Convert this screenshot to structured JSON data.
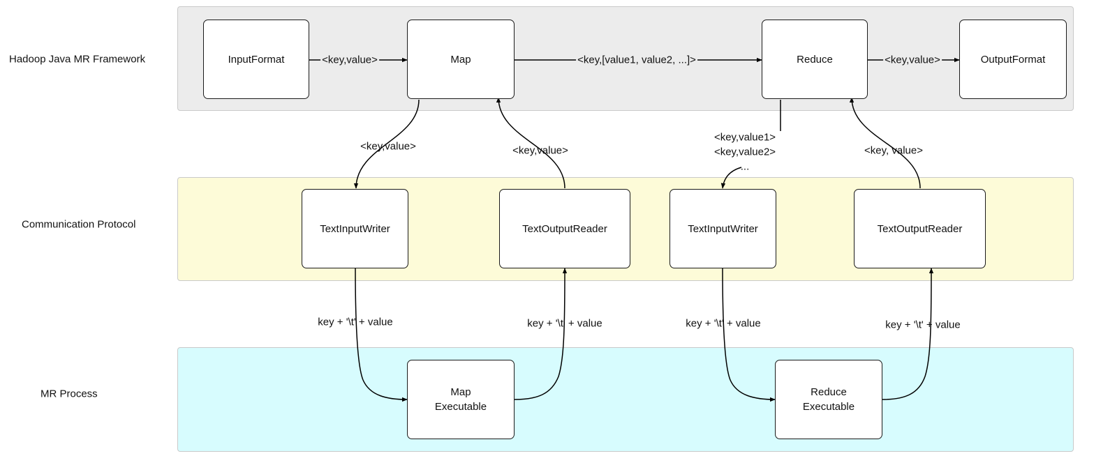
{
  "lanes": {
    "framework": "Hadoop Java MR Framework",
    "protocol": "Communication Protocol",
    "process": "MR Process"
  },
  "nodes": {
    "input_format": "InputFormat",
    "map": "Map",
    "reduce": "Reduce",
    "output_format": "OutputFormat",
    "map_input_writer": "TextInputWriter",
    "map_output_reader": "TextOutputReader",
    "reduce_input_writer": "TextInputWriter",
    "reduce_output_reader": "TextOutputReader",
    "map_executable": [
      "Map",
      "Executable"
    ],
    "reduce_executable": [
      "Reduce",
      "Executable"
    ]
  },
  "edge_labels": {
    "input_to_map": "<key,value>",
    "map_to_reduce": "<key,[value1, value2, ...]>",
    "reduce_to_output": "<key,value>",
    "map_to_writer": "<key,value>",
    "reader_to_map": "<key,value>",
    "reduce_to_writer": [
      "<key,value1>",
      "<key,value2>",
      "..."
    ],
    "reader_to_reduce": "<key, value>",
    "map_writer_to_exec": "key + '\\t' + value",
    "map_exec_to_reader": "key + '\\t' + value",
    "reduce_writer_to_exec": "key + '\\t' + value",
    "reduce_exec_to_reader": "key + '\\t' + value"
  }
}
